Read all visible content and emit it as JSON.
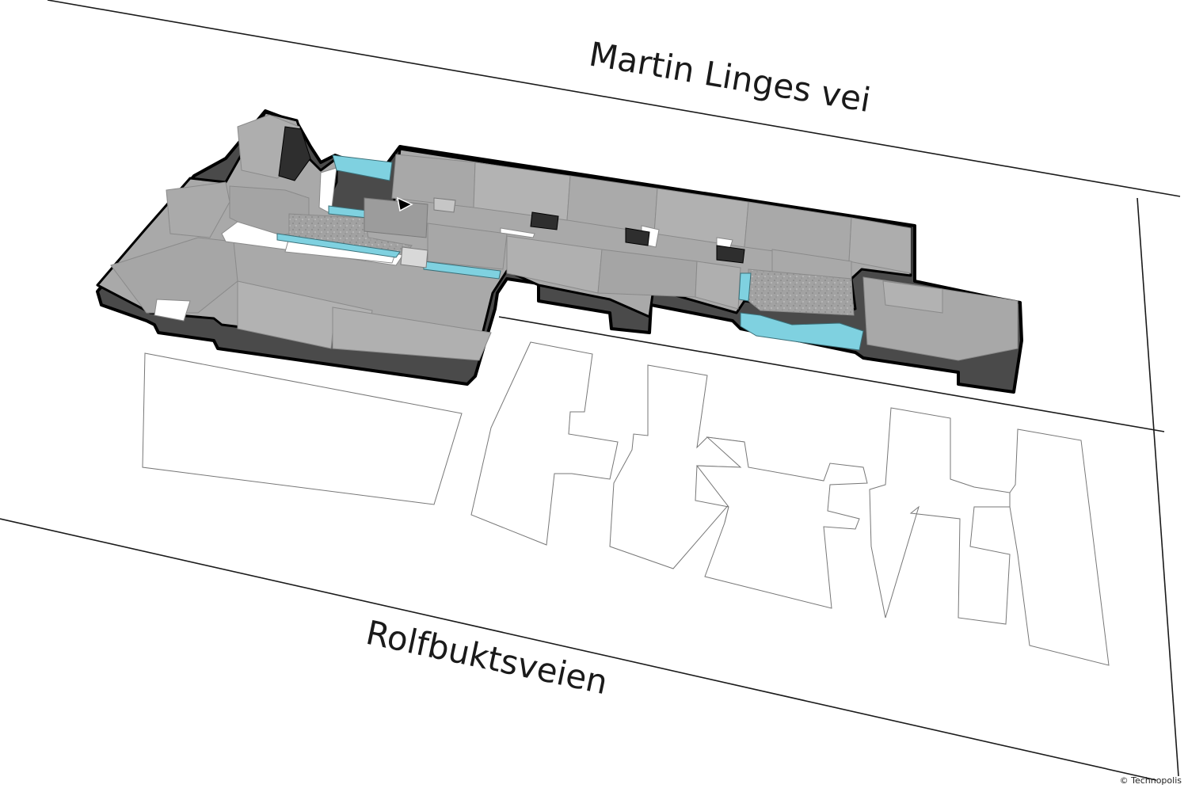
{
  "streets": {
    "north": "Martin Linges vei",
    "south": "Rolfbuktsveien"
  },
  "credit": "© Technopolis",
  "colors": {
    "background": "#ffffff",
    "building_top": "#a9a9a9",
    "building_wall": "#4a4a4a",
    "building_outline": "#000000",
    "room_top": "#b4b4b4",
    "water_glass": "#7fd1e0",
    "floor_pattern": "#9a9a9a",
    "open_space": "#ffffff",
    "street_line": "#1a1a1a",
    "footprint_line": "#777777"
  },
  "icons": {
    "you_are_here": "triangle-marker-icon"
  }
}
